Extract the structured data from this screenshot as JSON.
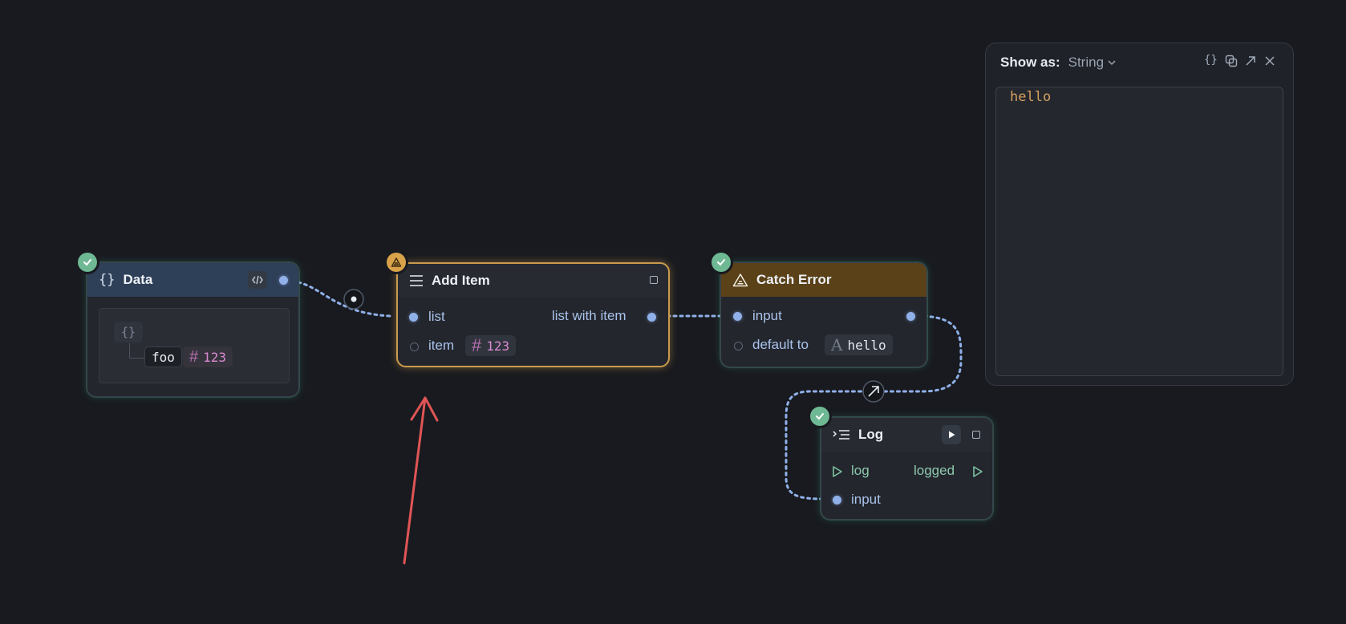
{
  "nodes": {
    "data": {
      "title": "Data",
      "icon": "braces-icon",
      "object_badge": "{}",
      "key": "foo",
      "value_symbol": "#",
      "value": "123"
    },
    "add_item": {
      "title": "Add Item",
      "icon": "list-icon",
      "inputs": {
        "list": "list",
        "item": "item"
      },
      "output": "list with item",
      "item_symbol": "#",
      "item_value": "123"
    },
    "catch_error": {
      "title": "Catch Error",
      "icon": "warning-triangle-icon",
      "inputs": {
        "input": "input",
        "default_to": "default to"
      },
      "default_symbol": "A",
      "default_value": "hello"
    },
    "log": {
      "title": "Log",
      "icon": "log-icon",
      "trigger_in": "log",
      "trigger_out": "logged",
      "input": "input"
    }
  },
  "panel": {
    "show_as_label": "Show as:",
    "show_as_value": "String",
    "braces": "{}",
    "output_text": "hello"
  },
  "colors": {
    "background": "#181a1f",
    "edge": "#8fb0e8",
    "ok": "#6fb894",
    "warn": "#d8a24a",
    "annotation_arrow": "#e05555"
  }
}
